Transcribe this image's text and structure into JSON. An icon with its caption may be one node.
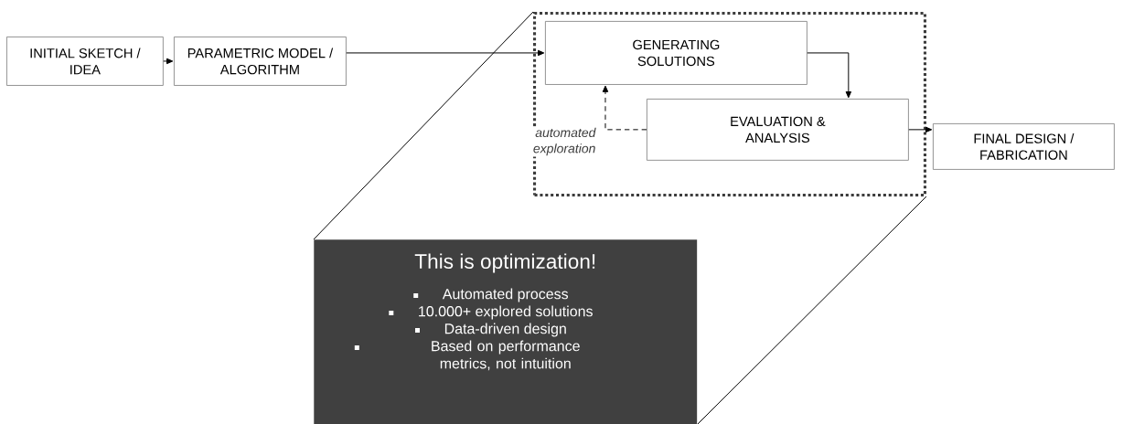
{
  "diagram": {
    "nodes": [
      {
        "text": [
          "INITIAL SKETCH / IDEA"
        ]
      },
      {
        "text": [
          "PARAMETRIC MODEL / ALGORITHM"
        ]
      },
      {
        "text": [],
        "shape": "box"
      },
      {
        "text": [
          "GENERATING SOLUTIONS"
        ],
        "in": 2
      },
      {
        "text": [
          "EVALUATION & ANALYSIS"
        ],
        "in": 2
      },
      {
        "text": [
          "FINAL DESIGN / FABRICATION"
        ]
      },
      {
        "text": [
          "This is optimization!",
          "Automated process",
          "10.000+ explored solutions",
          "Data-driven design",
          "Based on performance metrics, not intuition"
        ]
      }
    ],
    "edges": [
      {
        "from": 0,
        "to": 1,
        "arrow": "to"
      },
      {
        "from": 1,
        "to": 3,
        "arrow": "to"
      },
      {
        "from": 3,
        "to": 4,
        "arrow": "to"
      },
      {
        "from": 4,
        "to": 3,
        "arrow": "to",
        "style": "dashed",
        "label": "automated exploration"
      },
      {
        "from": 4,
        "to": 5,
        "arrow": "to"
      },
      {
        "from": 2,
        "to": 6,
        "arrow": "none"
      },
      {
        "from": 2,
        "to": 6,
        "arrow": "none"
      }
    ]
  }
}
